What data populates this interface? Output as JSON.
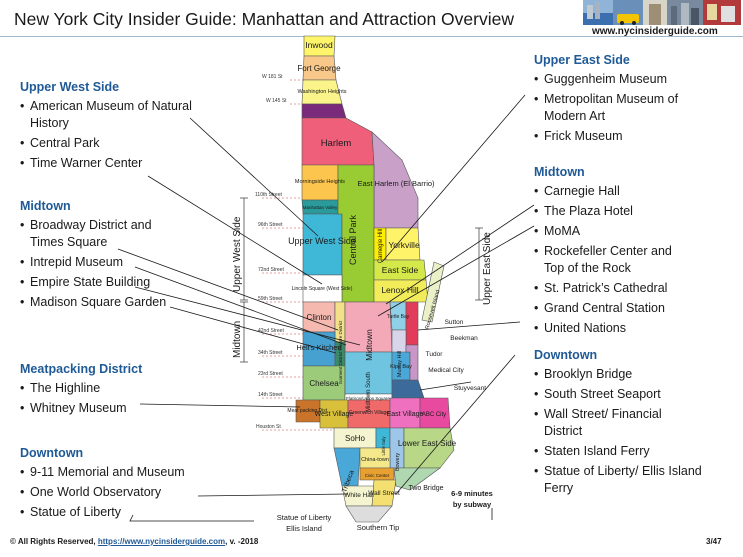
{
  "title": "New York City Insider Guide: Manhattan and Attraction Overview",
  "site_url": "www.nycinsiderguide.com",
  "left_sections": [
    {
      "heading": "Upper West Side",
      "items": [
        "American Museum of Natural History",
        "Central Park",
        "Time Warner Center"
      ]
    },
    {
      "heading": "Midtown",
      "items": [
        "Broadway District and Times Square",
        "Intrepid Museum",
        "Empire State Building",
        "Madison Square Garden"
      ]
    },
    {
      "heading": "Meatpacking District",
      "items": [
        "The Highline",
        "Whitney Museum"
      ]
    },
    {
      "heading": "Downtown",
      "items": [
        "9-11 Memorial and Museum",
        "One World Observatory",
        "Statue of Liberty"
      ]
    }
  ],
  "right_sections": [
    {
      "heading": "Upper East Side",
      "items": [
        "Guggenheim Museum",
        "Metropolitan Museum of Modern Art",
        "Frick Museum"
      ]
    },
    {
      "heading": "Midtown",
      "items": [
        "Carnegie Hall",
        "The Plaza Hotel",
        "MoMA",
        "Rockefeller Center and Top of the Rock",
        "St. Patrick’s Cathedral",
        "Grand Central Station",
        "United Nations"
      ]
    },
    {
      "heading": "Downtown",
      "items": [
        "Brooklyn Bridge",
        "South Street Seaport",
        "Wall Street/ Financial District",
        "Staten Island Ferry",
        "Statue of Liberty/ Ellis Island Ferry"
      ]
    }
  ],
  "map": {
    "neighborhoods": {
      "inwood": "Inwood",
      "fort_george": "Fort George",
      "washington_heights": "Washington Heights",
      "harlem": "Harlem",
      "east_harlem": "East Harlem (El Barrio)",
      "morningside": "Morningside Heights",
      "manhattan_valley": "Manhattan Valley",
      "upper_west_side": "Upper West Side",
      "central_park": "Central Park",
      "carnegie_hill": "Carnegie Hill",
      "yorkville": "Yorkville",
      "east_side": "East Side",
      "lenox_hill": "Lenox Hill",
      "roosevelt_island": "Roosevelt Island",
      "lincoln_square": "Lincoln Square (West Side)",
      "clinton": "Clinton",
      "theatre_district": "Theatre District",
      "midtown": "Midtown",
      "turtle_bay": "Turtle Bay",
      "sutton": "Sutton",
      "beekman": "Beekman",
      "hells_kitchen": "Hell's Kitchen",
      "garment_district": "Garment District",
      "murray_hill": "Murray Hill",
      "tudor": "Tudor",
      "chelsea": "Chelsea",
      "midtown_south": "Midtown South",
      "kips_bay": "Kips Bay",
      "medical_city": "Medical City",
      "stuyvesant": "Stuyvesant",
      "flatiron": "Flatiron/Union Square",
      "meatpacking": "Meat packing Dist.",
      "west_village": "West Village",
      "greenwich_village": "Greenwich Village",
      "east_village": "East Village",
      "abc_city": "ABC City",
      "soho": "SoHo",
      "little_italy": "Little Italy",
      "bowery": "Bowery",
      "lower_east_side": "Lower East Side",
      "tribeca": "Tribeca",
      "chinatown": "China-town",
      "civic_center": "Civic Center",
      "white_hall": "White Hall",
      "wall_street": "Wall Street",
      "two_bridge": "Two Bridge",
      "southern_tip": "Southern Tip"
    },
    "streets": {
      "w181": "W 181 St",
      "w145": "W 145 St",
      "s110": "110th Street",
      "s96": "96th Street",
      "s72": "72nd Street",
      "s59": "59th Street",
      "s42": "42nd Street",
      "s34": "34th Street",
      "s23": "23rd Street",
      "s14": "14th Street",
      "houston": "Houston St"
    },
    "axis_labels": {
      "left_upper": "Upper West Side",
      "left_lower": "Midtown",
      "right": "Upper East Side"
    },
    "annotations": {
      "subway_line1": "6-9 minutes",
      "subway_line2": "by subway",
      "statue_line1": "Statue of Liberty",
      "statue_line2": "Ellis Island"
    }
  },
  "footer": {
    "copyright": "© All Rights Reserved, ",
    "link": "https://www.nycinsiderguide.com",
    "version": ",  v. -2018"
  },
  "page": "3/47"
}
